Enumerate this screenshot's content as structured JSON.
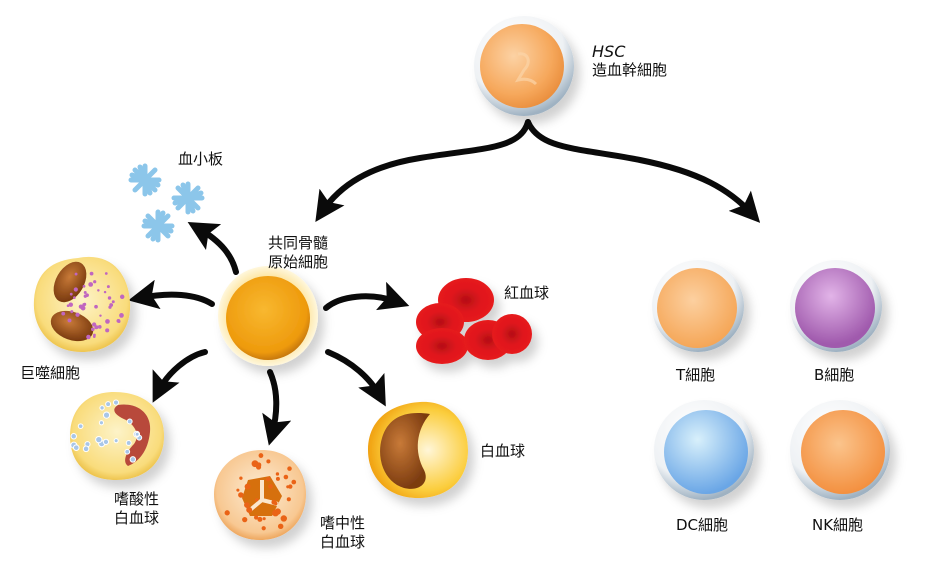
{
  "title": "Hematopoietic cell lineage",
  "nodes": {
    "hsc": {
      "abbr": "HSC",
      "name": "造血幹細胞"
    },
    "common_progenitor": {
      "lines": [
        "共同骨髓",
        "原始細胞"
      ]
    },
    "platelet": {
      "name": "血小板"
    },
    "red_blood_cell": {
      "name": "紅血球"
    },
    "macrophage": {
      "name": "巨噬細胞"
    },
    "eosinophil": {
      "lines": [
        "嗜酸性",
        "白血球"
      ]
    },
    "neutrophil": {
      "lines": [
        "嗜中性",
        "白血球"
      ]
    },
    "white_blood_cell": {
      "name": "白血球"
    },
    "t_cell": {
      "name": "T細胞"
    },
    "b_cell": {
      "name": "B細胞"
    },
    "dc_cell": {
      "name": "DC細胞"
    },
    "nk_cell": {
      "name": "NK細胞"
    }
  },
  "edges": [
    [
      "hsc",
      "common_progenitor"
    ],
    [
      "hsc",
      "lymphoid_group"
    ],
    [
      "common_progenitor",
      "platelet"
    ],
    [
      "common_progenitor",
      "macrophage"
    ],
    [
      "common_progenitor",
      "red_blood_cell"
    ],
    [
      "common_progenitor",
      "eosinophil"
    ],
    [
      "common_progenitor",
      "neutrophil"
    ],
    [
      "common_progenitor",
      "white_blood_cell"
    ]
  ],
  "colors": {
    "arrow": "#0a0a0a",
    "hsc": "#f6a85c",
    "progenitor": "#f0a010",
    "rbc": "#d8141a",
    "t_cell": "#f8b46a",
    "b_cell": "#b877c4",
    "dc_cell": "#8cc2ee",
    "nk_cell": "#f7a556",
    "platelet": "#a9d6f0"
  }
}
